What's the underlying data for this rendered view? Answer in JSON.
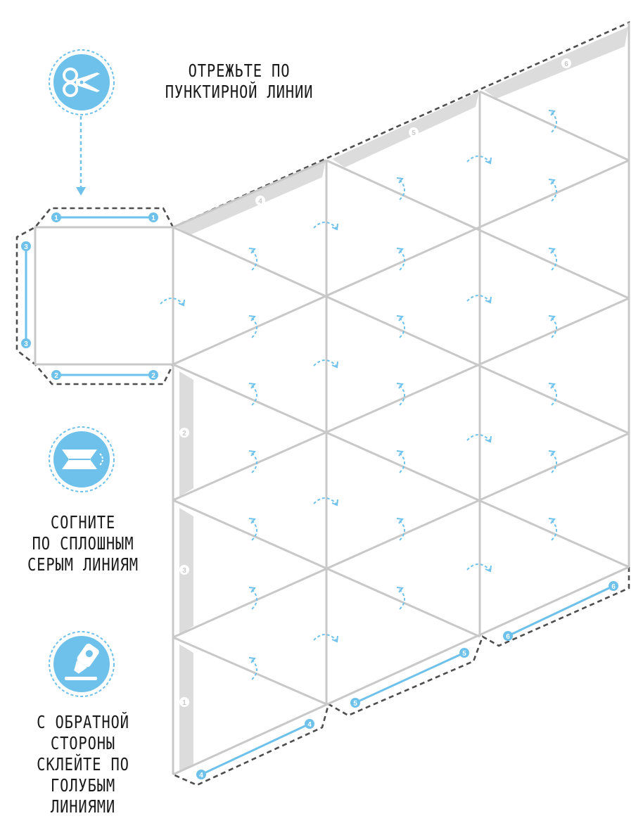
{
  "instructions": {
    "cut": [
      "ОТРЕЖЬТЕ ПО",
      "ПУНКТИРНОЙ ЛИНИИ"
    ],
    "fold": [
      "СОГНИТЕ",
      "ПО СПЛОШНЫМ",
      "СЕРЫМ ЛИНИЯМ"
    ],
    "glue": [
      "С ОБРАТНОЙ",
      "СТОРОНЫ",
      "СКЛЕЙТЕ ПО",
      "ГОЛУБЫМ",
      "ЛИНИЯМИ"
    ]
  },
  "icons": {
    "cut": "scissors-icon",
    "fold": "fold-icon",
    "glue": "glue-icon"
  },
  "tab_labels": {
    "top": [
      "4",
      "5",
      "6"
    ],
    "left": [
      "2",
      "3",
      "1"
    ]
  },
  "glue_markers": {
    "square_top": "1",
    "square_left": "3",
    "square_bottom": "2",
    "bottom_col1": "4",
    "bottom_col2": "5",
    "bottom_col3": "6"
  },
  "colors": {
    "accent_blue": "#6ec1ea",
    "fold_gray": "#c8c8c8",
    "cut_dash": "#4d4d4d",
    "tab_fill": "#dcdcdc",
    "text": "#1a1a1a"
  }
}
